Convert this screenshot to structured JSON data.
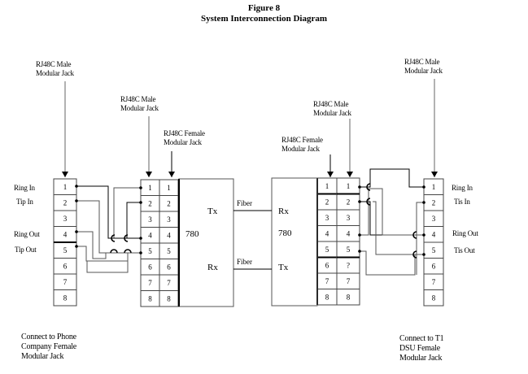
{
  "figure": {
    "number": "Figure 8",
    "title": "System Interconnection Diagram"
  },
  "labels": {
    "left_male_jack": [
      "RJ48C Male",
      "Modular Jack"
    ],
    "left_mid_male_jack": [
      "RJ48C Male",
      "Modular Jack"
    ],
    "left_mid_female_jack": [
      "RJ48C Female",
      "Modular Jack"
    ],
    "right_mid_female_jack": [
      "RJ48C Female",
      "Modular Jack"
    ],
    "right_mid_male_jack": [
      "RJ48C Male",
      "Modular Jack"
    ],
    "right_male_jack": [
      "RJ48C Male",
      "Modular Jack"
    ]
  },
  "left_signals": [
    "Ring In",
    "Tip In",
    "Ring Out",
    "Tip Out"
  ],
  "right_signals": [
    "Ring In",
    "Tis In",
    "Ring Out",
    "Tis Out"
  ],
  "pins_left_connector": [
    "1",
    "2",
    "3",
    "4",
    "5",
    "6",
    "7",
    "8"
  ],
  "pins_left_unit_a": [
    "1",
    "2",
    "3",
    "4",
    "5",
    "6",
    "7",
    "8"
  ],
  "pins_left_unit_b": [
    "1",
    "2",
    "3",
    "4",
    "5",
    "6",
    "7",
    "8"
  ],
  "pins_right_unit_a": [
    "1",
    "2",
    "3",
    "4",
    "5",
    "6",
    "7",
    "8"
  ],
  "pins_right_unit_b": [
    "1",
    "2",
    "3",
    "4",
    "5",
    "?",
    "7",
    "8"
  ],
  "pins_right_connector": [
    "1",
    "2",
    "3",
    "4",
    "5",
    "6",
    "7",
    "8"
  ],
  "units": {
    "left": {
      "name": "780",
      "tx": "Tx",
      "rx": "Rx"
    },
    "right": {
      "name": "780",
      "rx": "Rx",
      "tx": "Tx"
    }
  },
  "links": {
    "top": "Fiber",
    "bottom": "Fiber"
  },
  "notes": {
    "left": [
      "Connect to Phone",
      "Company Female",
      "Modular Jack"
    ],
    "right": [
      "Connect to T1",
      "DSU Female",
      "Modular Jack"
    ]
  }
}
